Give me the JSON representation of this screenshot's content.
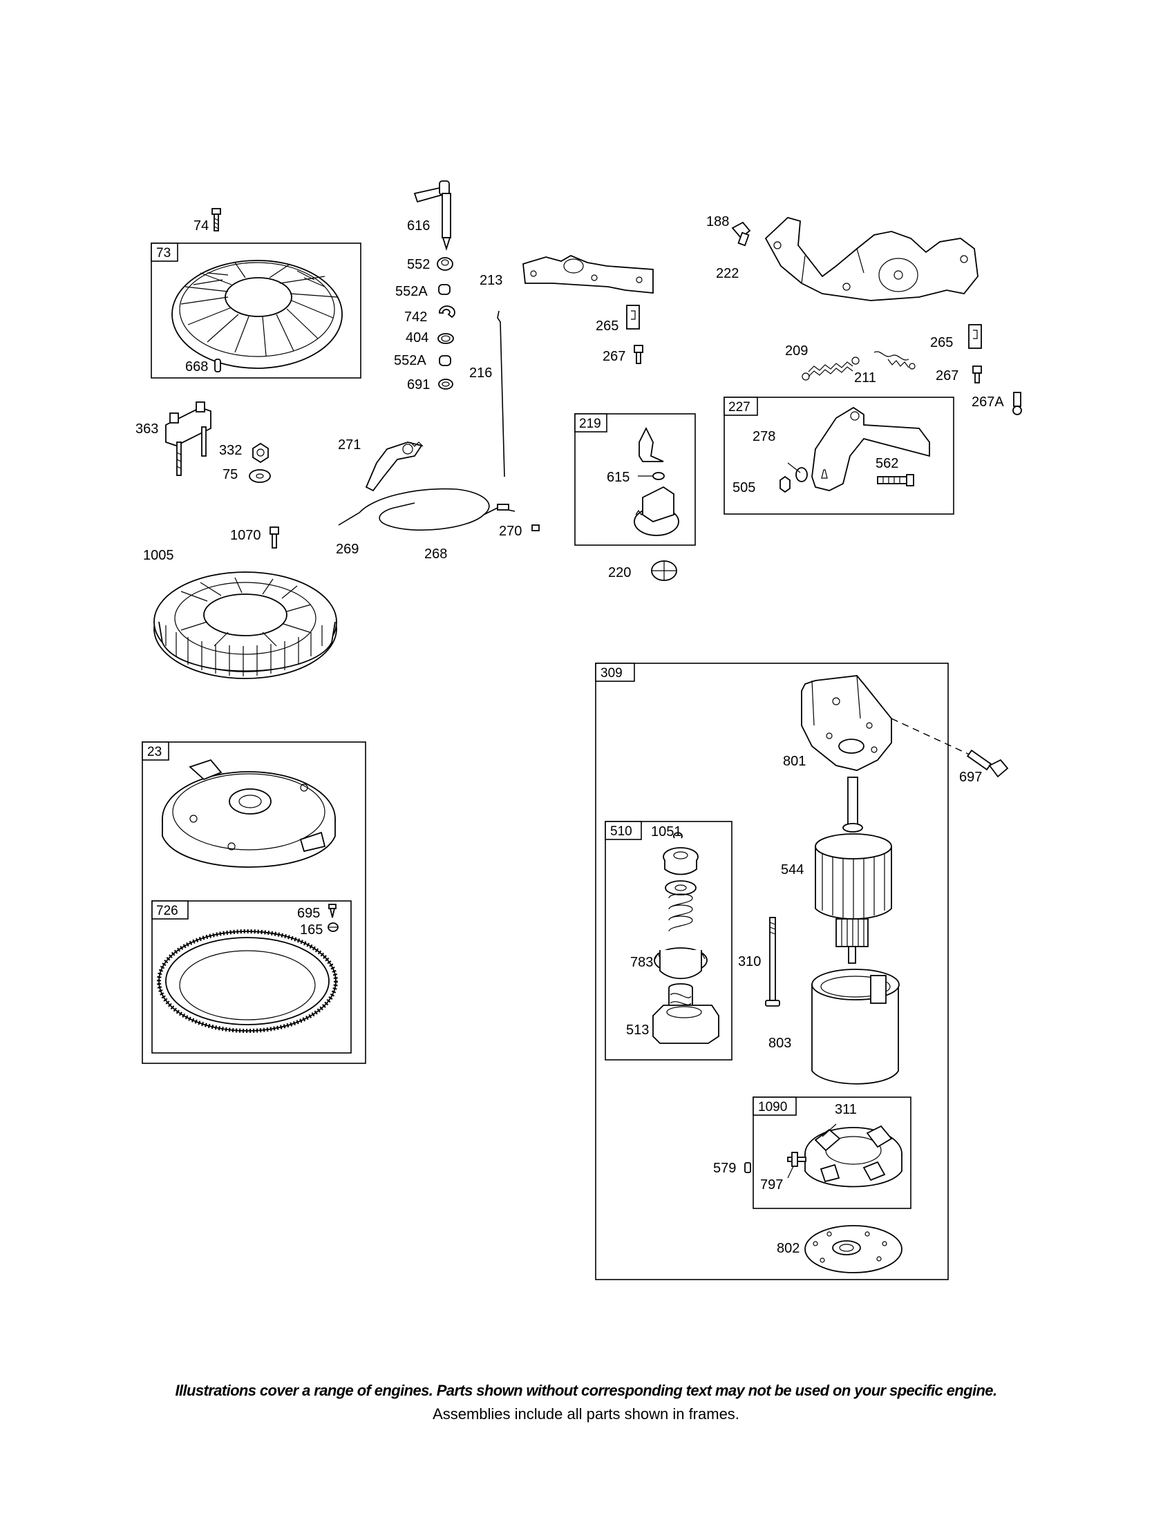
{
  "frames": {
    "f73": "73",
    "f219": "219",
    "f227": "227",
    "f23": "23",
    "f726": "726",
    "f309": "309",
    "f510": "510",
    "f1090": "1090"
  },
  "labels": {
    "p74": "74",
    "p668": "668",
    "p616": "616",
    "p552": "552",
    "p552A_1": "552A",
    "p742": "742",
    "p404": "404",
    "p552A_2": "552A",
    "p691": "691",
    "p213": "213",
    "p216": "216",
    "p265_1": "265",
    "p267_1": "267",
    "p188": "188",
    "p222": "222",
    "p209": "209",
    "p211": "211",
    "p265_2": "265",
    "p267_2": "267",
    "p267A": "267A",
    "p363": "363",
    "p332": "332",
    "p75": "75",
    "p271": "271",
    "p615": "615",
    "p220": "220",
    "p278": "278",
    "p505": "505",
    "p562": "562",
    "p1070": "1070",
    "p1005": "1005",
    "p269": "269",
    "p268": "268",
    "p270": "270",
    "p695": "695",
    "p165": "165",
    "p801": "801",
    "p697": "697",
    "p1051": "1051",
    "p544": "544",
    "p783": "783",
    "p310": "310",
    "p513": "513",
    "p803": "803",
    "p311": "311",
    "p579": "579",
    "p797": "797",
    "p802": "802"
  },
  "footer": {
    "line1": "Illustrations cover a range of engines. Parts shown without corresponding text may not be used on your specific engine.",
    "line2": "Assemblies include all parts shown in frames."
  }
}
